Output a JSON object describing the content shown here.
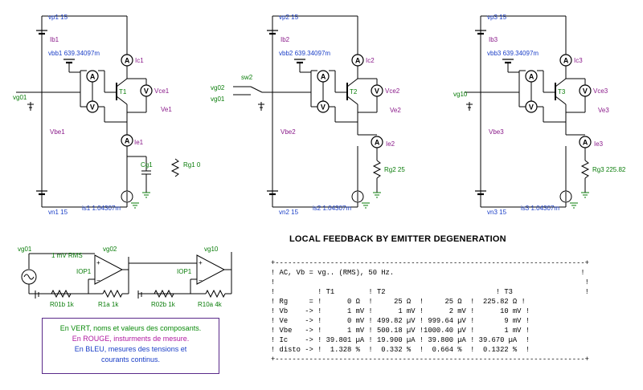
{
  "title": "LOCAL FEEDBACK BY EMITTER DEGENERATION",
  "stage1": {
    "vp": "vp1 15",
    "vn": "vn1 15",
    "ib": "Ib1",
    "vbb": "vbb1 639.34097m",
    "vg": "vg01",
    "t": "T1",
    "ic": "Ic1",
    "vce": "Vce1",
    "ve": "Ve1",
    "vbe": "Vbe1",
    "ie": "Ie1",
    "cg": "Cg1",
    "rg": "Rg1 0",
    "is": "is1 1.04307m"
  },
  "stage2": {
    "vp": "vp2 15",
    "vn": "vn2 15",
    "ib": "Ib2",
    "vbb": "vbb2 639.34097m",
    "sw": "sw2",
    "vg_a": "vg02",
    "vg_b": "vg01",
    "t": "T2",
    "ic": "Ic2",
    "vce": "Vce2",
    "ve": "Ve2",
    "vbe": "Vbe2",
    "ie": "Ie2",
    "rg": "Rg2 25",
    "is": "is2 1.04307m"
  },
  "stage3": {
    "vp": "vp3 15",
    "vn": "vn3 15",
    "ib": "Ib3",
    "vbb": "vbb3 639.34097m",
    "vg": "vg10",
    "t": "T3",
    "ic": "Ic3",
    "vce": "Vce3",
    "ve": "Ve3",
    "vbe": "Vbe3",
    "ie": "Ie3",
    "rg": "Rg3 225.82",
    "is": "is3 1.04307m"
  },
  "opamps": {
    "vg01": "vg01",
    "src": "1 mV RMS",
    "vg02": "vg02",
    "vg10": "vg10",
    "iop1a": "IOP1",
    "iop1b": "IOP1",
    "r01b": "R01b 1k",
    "r1a": "R1a 1k",
    "r02b": "R02b 1k",
    "r10a": "R10a 4k"
  },
  "legend": {
    "green": "En VERT, noms et valeurs des composants.",
    "red": "En ROUGE, insturments de mesure.",
    "blue1": "En BLEU, mesures des tensions et",
    "blue2": "courants continus."
  },
  "meter_letters": {
    "ammeter": "A",
    "voltmeter": "V"
  },
  "table_lines": [
    "+-------------------------------------------------------------------------+",
    "! AC, Vb = vg.. (RMS), 50 Hz.                                            !",
    "!                                                                         !",
    "!          ! T1        ! T2                          ! T3                 !",
    "! Rg     = !      0 Ω  !     25 Ω  !     25 Ω  !  225.82 Ω !",
    "! Vb    -> !      1 mV !      1 mV !      2 mV !      10 mV !",
    "! Ve    -> !      0 mV ! 499.82 µV ! 999.64 µV !       9 mV !",
    "! Vbe   -> !      1 mV ! 500.18 µV !1000.40 µV !       1 mV !",
    "! Ic    -> ! 39.801 µA ! 19.900 µA ! 39.800 µA ! 39.670 µA  !",
    "! disto -> !  1.328 %  !  0.332 %  !  0.664 %  !  0.1322 %  !",
    "+-------------------------------------------------------------------------+"
  ]
}
